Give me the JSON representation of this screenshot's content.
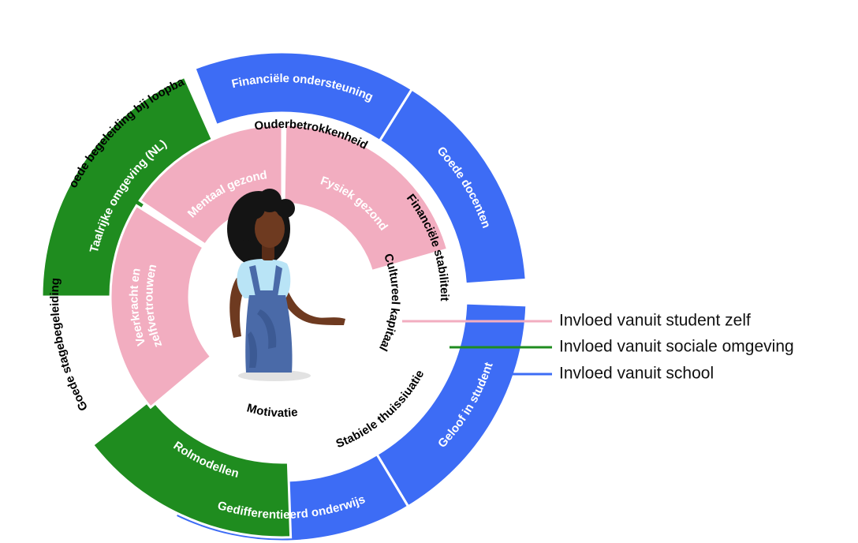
{
  "colors": {
    "self": "#f2adc0",
    "social": "#1f8c1f",
    "school": "#3d6cf5",
    "white_text": "#ffffff",
    "black_text": "#000000"
  },
  "outer_ring": {
    "segments": [
      {
        "label": "Financiële ondersteuning",
        "colored": true
      },
      {
        "label": "Goede docenten",
        "colored": true
      },
      {
        "label": "Geloof in student",
        "colored": true
      },
      {
        "label": "Gedifferentieerd onderwijs",
        "colored": true
      },
      {
        "label": "Goede stagebegeleiding",
        "colored": false
      },
      {
        "label": "Goede begeleiding bij loopbaan",
        "colored": false
      }
    ]
  },
  "middle_ring": {
    "segments": [
      {
        "label": "Ouderbetrokkenheid",
        "colored": false
      },
      {
        "label": "Financiële stabiliteit",
        "colored": false
      },
      {
        "label": "Stabiele thuissiuatie",
        "colored": false
      },
      {
        "label": "Rolmodellen",
        "colored": true
      },
      {
        "label": "Taalrijke omgeving (NL)",
        "colored": true
      }
    ]
  },
  "inner_ring": {
    "segments": [
      {
        "label": "Mentaal gezond",
        "colored": true
      },
      {
        "label": "Fysiek gezond",
        "colored": true
      },
      {
        "label": "Cultureel kapitaal",
        "colored": false
      },
      {
        "label": "Motivatie",
        "colored": false
      },
      {
        "label": "Veerkracht en zelfvertrouwen",
        "colored": true
      }
    ]
  },
  "legend": [
    {
      "label": "Invloed vanuit student zelf",
      "color": "#f2adc0"
    },
    {
      "label": "Invloed vanuit sociale omgeving",
      "color": "#1f8c1f"
    },
    {
      "label": "Invloed vanuit school",
      "color": "#3d6cf5"
    }
  ]
}
